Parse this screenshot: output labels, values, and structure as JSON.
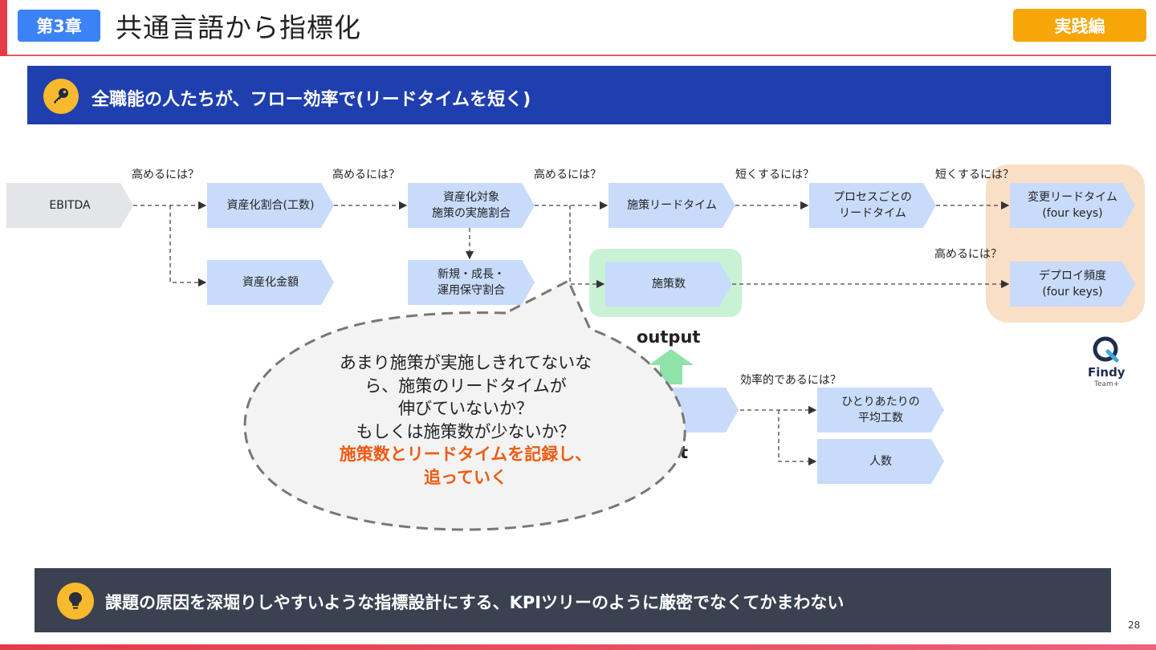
{
  "header": {
    "chapter_badge": "第3章",
    "title": "共通言語から指標化",
    "practice_badge": "実践編"
  },
  "banner": {
    "icon": "key-icon",
    "text": "全職能の人たちが、フロー効率で(リードタイムを短く)"
  },
  "diagram": {
    "nodes": {
      "ebitda": "EBITDA",
      "capitalization_ratio": "資産化割合(工数)",
      "capitalized_amount": "資産化金額",
      "capitalizable_initiatives": [
        "資産化対象",
        "施策の実施割合"
      ],
      "new_growth_ops": [
        "新規・成長・",
        "運用保守割合"
      ],
      "initiative_leadtime": "施策リードタイム",
      "process_leadtime": [
        "プロセスごとの",
        "リードタイム"
      ],
      "change_leadtime": [
        "変更リードタイム",
        "(four keys)"
      ],
      "initiative_count": "施策数",
      "deploy_frequency": [
        "デプロイ頻度",
        "(four keys)"
      ],
      "avg_effort_per_person": [
        "ひとりあたりの",
        "平均工数"
      ],
      "headcount": "人数"
    },
    "questions": {
      "q1": "高めるには？",
      "q2": "高めるには？",
      "q3": "高めるには？",
      "q4": "短くするには？",
      "q5": "短くするには？",
      "q6": "高めるには？",
      "q7": "効率的であるには？"
    },
    "output_label": "output",
    "input_label_partial": "ut",
    "arrow_color": "#8fe3a8",
    "highlight_green": "#c9f2d4",
    "highlight_orange": "#f9dfc5"
  },
  "bubble": {
    "lines": [
      "あまり施策が実施しきれてないな",
      "ら、施策のリードタイムが",
      "伸びていないか？",
      "もしくは施策数が少ないか？"
    ],
    "emphasis": [
      "施策数とリードタイムを記録し、",
      "追っていく"
    ],
    "emphasis_color": "#ee5a12"
  },
  "logo": {
    "name": "Findy",
    "sub": "Team+"
  },
  "bottom": {
    "icon": "lightbulb-icon",
    "text": "課題の原因を深堀りしやすいような指標設計にする、KPIツリーのように厳密でなくてかまわない"
  },
  "page_number": "28"
}
